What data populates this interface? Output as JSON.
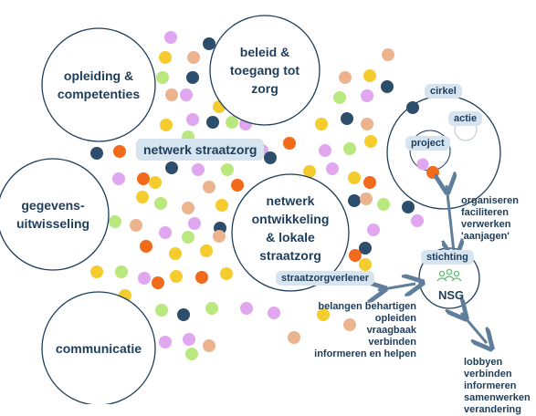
{
  "circles": {
    "opleiding": "opleiding &\ncompetenties",
    "beleid": "beleid &\ntoegang tot\nzorg",
    "gegevens": "gegevens-\nuitwisseling",
    "netwerk": "netwerk\nontwikkeling\n& lokale\nstraatzorg",
    "communicatie": "communicatie"
  },
  "tags": {
    "netwerk_straatzorg": "netwerk straatzorg",
    "straatzorgverlener": "straatzorgverlener",
    "cirkel": "cirkel",
    "actie": "actie",
    "project": "project",
    "stichting": "stichting"
  },
  "nsg_label": "NSG",
  "texts": {
    "organiseren": "organiseren\nfaciliteren\nverwerken\n'aanjagen'",
    "belangen": "belangen behartigen\nopleiden\nvraagbaak\nverbinden\ninformeren en helpen",
    "lobbyen": "lobbyen\nverbinden\ninformeren\nsamenwerken\nverandering"
  },
  "colors": {
    "navy": "#1d3d5b",
    "tag_bg": "#d6e4f0",
    "lilac": "#e0a6f0",
    "yellow": "#f5cc2e",
    "green": "#b9e87e",
    "peach": "#ecb38f",
    "orange": "#f26a1b",
    "dark": "#2c4e6c",
    "arrow": "#5f7e9c",
    "nsg_icon": "#6fbf7f"
  }
}
